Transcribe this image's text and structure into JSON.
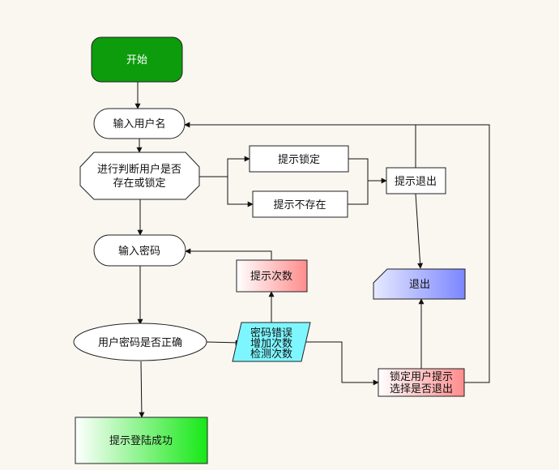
{
  "nodes": {
    "start": "开始",
    "input_username": "输入用户名",
    "check_user": [
      "进行判断用户是否",
      "存在或锁定"
    ],
    "notify_locked": "提示锁定",
    "notify_not_exist": "提示不存在",
    "notify_exit": "提示退出",
    "input_password": "输入密码",
    "notify_count": "提示次数",
    "exit": "退出",
    "check_password": "用户密码是否正确",
    "password_error": [
      "密码错误",
      "增加次数",
      "检测次数"
    ],
    "lock_user": [
      "锁定用户提示",
      "选择是否退出"
    ],
    "login_success": "提示登陆成功"
  },
  "colors": {
    "start_fill": "#0c9c0c",
    "start_text": "#ffffff",
    "notify_count_grad": [
      "#ffffff",
      "#ff8c8c"
    ],
    "lock_user_grad": [
      "#ffffff",
      "#ff8c8c"
    ],
    "exit_grad": [
      "#e6e9ff",
      "#7b86ff"
    ],
    "password_error_fill": "#7ef6ff",
    "login_success_grad": [
      "#ffffff",
      "#16e816"
    ],
    "edge": "#111111"
  }
}
